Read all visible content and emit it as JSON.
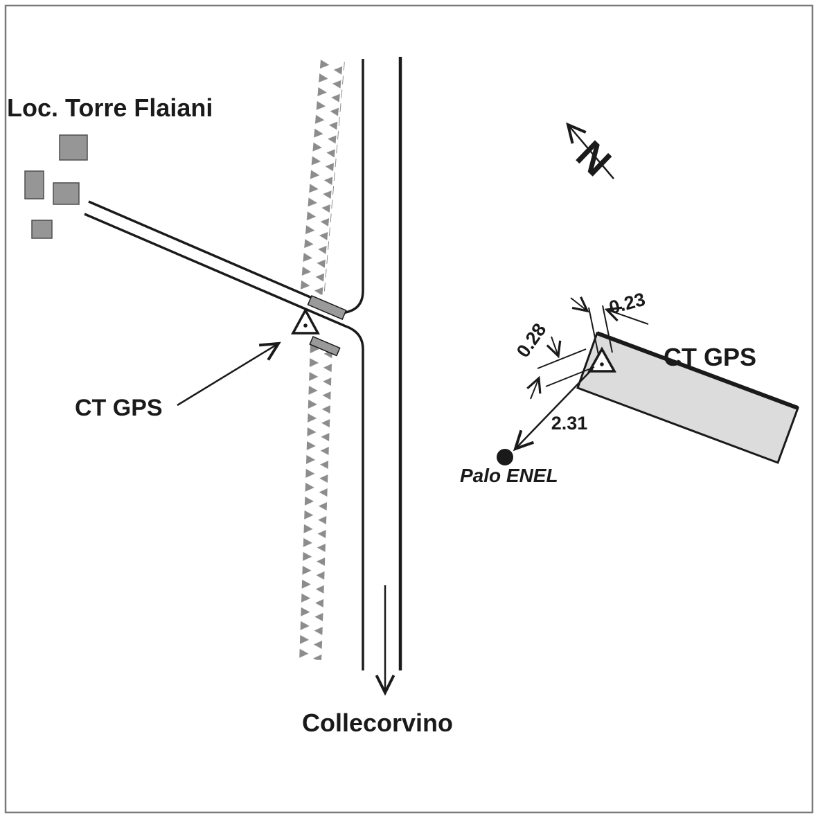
{
  "map": {
    "locality_label": "Loc. Torre Flaiani",
    "station_label": "CT GPS",
    "road_destination_label": "Collecorvino"
  },
  "north_indicator": {
    "label": "N"
  },
  "detail": {
    "station_label": "CT GPS",
    "pole_label": "Palo ENEL",
    "dim_along_wall": "0.23",
    "dim_from_wall": "0.28",
    "dim_to_pole": "2.31"
  },
  "colors": {
    "background": "#ffffff",
    "line": "#1a1a1a",
    "border": "#7a7a7a",
    "building_fill": "#969696",
    "wall_fragment_fill": "#9a9a9a",
    "detail_wall_fill": "#dcdcdc",
    "teeth": "#8c8c8c"
  }
}
